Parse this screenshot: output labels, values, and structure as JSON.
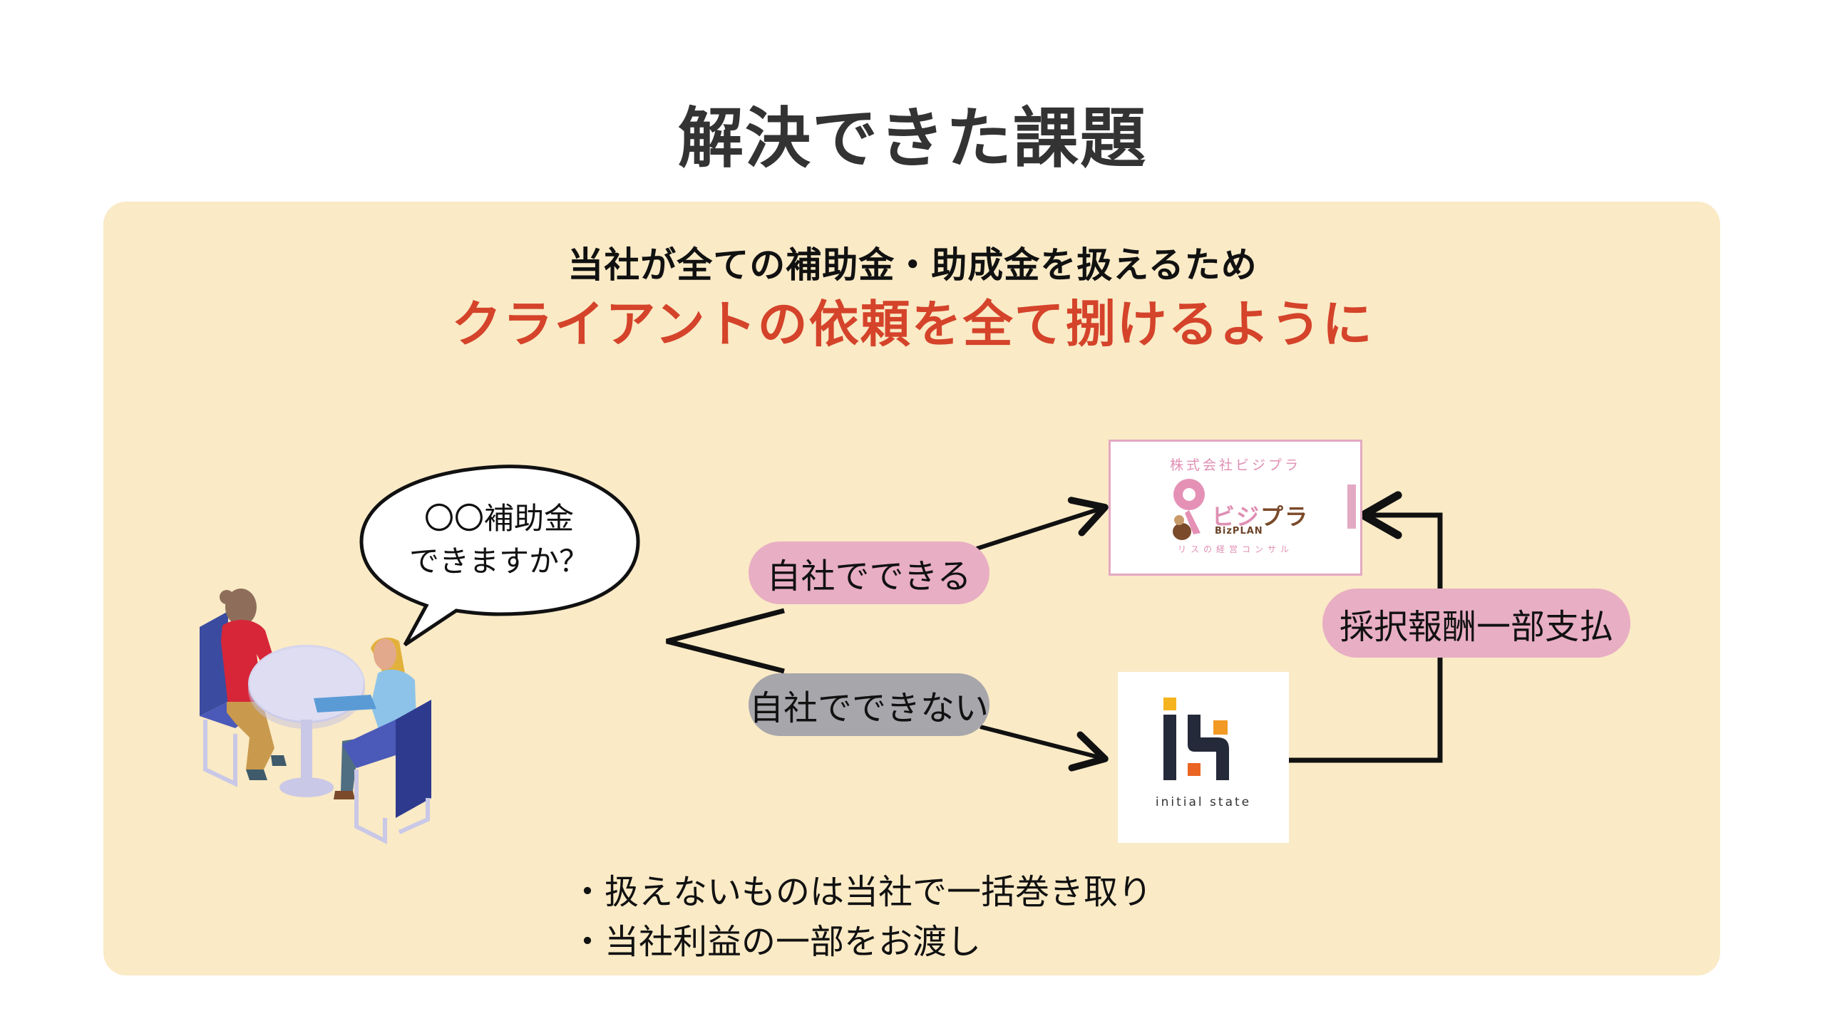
{
  "title": "解決できた課題",
  "panel": {
    "subtitle": "当社が全ての補助金・助成金を扱えるため",
    "headline": "クライアントの依頼を全て捌けるように",
    "colors": {
      "panel_bg": "#FAEAC6",
      "headline": "#D4432A",
      "pill_pink": "#E8AEC3",
      "pill_gray": "#A7A6AB"
    }
  },
  "illustration": {
    "subject": "two people talking at a table",
    "speech_bubble": {
      "line1": "〇〇補助金",
      "line2": "できますか？"
    }
  },
  "flow": {
    "branch_yes": "自社でできる",
    "branch_no": "自社でできない",
    "payment": "採択報酬一部支払"
  },
  "logos": {
    "bizplan": {
      "company": "株式会社ビジプラ",
      "name_a": "ビジ",
      "name_b": "プラ",
      "name_en": "BizPLAN",
      "tagline": "リスの経営コンサル"
    },
    "initial_state": {
      "caption": "initial state"
    }
  },
  "bullets": [
    "・扱えないものは当社で一括巻き取り",
    "・当社利益の一部をお渡し"
  ]
}
